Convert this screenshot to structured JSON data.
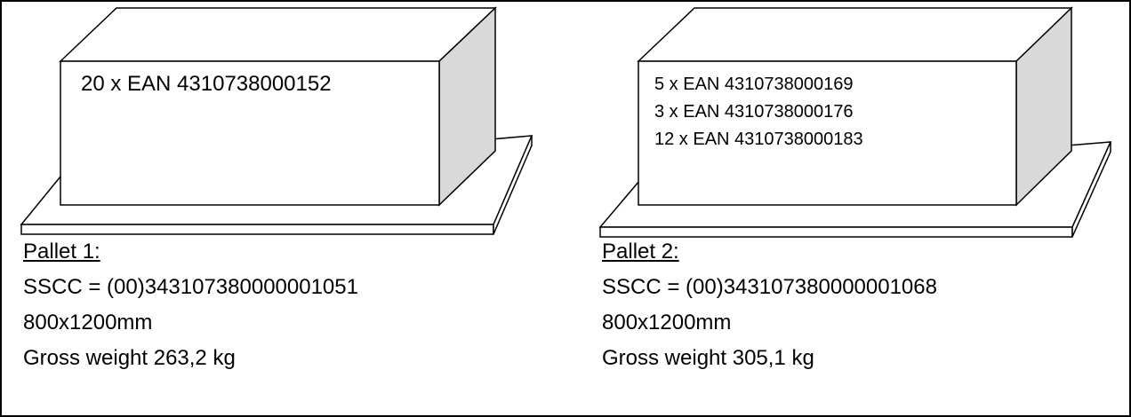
{
  "pallets": [
    {
      "box_lines": [
        "20 x EAN 4310738000152"
      ],
      "heading": "Pallet 1:",
      "sscc": "SSCC = (00)343107380000001051",
      "dimensions": "800x1200mm",
      "weight": "Gross weight 263,2 kg"
    },
    {
      "box_lines": [
        "5 x EAN 4310738000169",
        "3 x EAN 4310738000176",
        "12 x EAN 4310738000183"
      ],
      "heading": "Pallet 2:",
      "sscc": "SSCC = (00)343107380000001068",
      "dimensions": "800x1200mm",
      "weight": "Gross weight 305,1 kg"
    }
  ],
  "colors": {
    "box_front": "#ffffff",
    "box_top": "#ffffff",
    "box_side": "#d9d9d9",
    "pallet": "#ffffff",
    "stroke": "#000000"
  }
}
